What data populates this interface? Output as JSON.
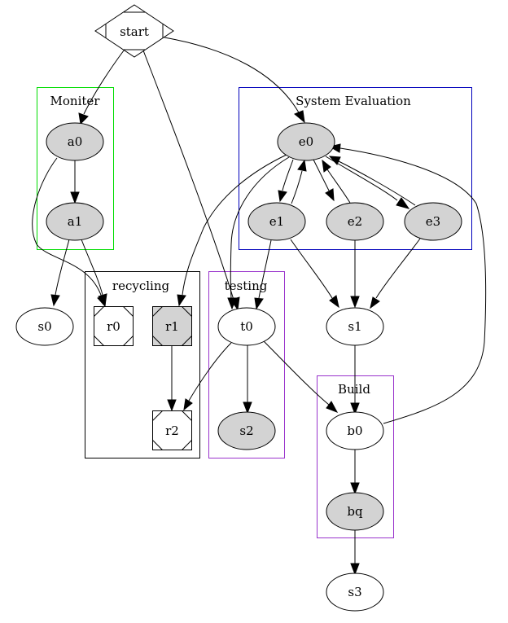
{
  "graph": {
    "clusters": [
      {
        "id": "monitor",
        "label": "Moniter",
        "color": "#00dd00"
      },
      {
        "id": "system-evaluation",
        "label": "System Evaluation",
        "color": "#0000bb"
      },
      {
        "id": "recycling",
        "label": "recycling",
        "color": "#000000"
      },
      {
        "id": "testing",
        "label": "testing",
        "color": "#9933cc"
      },
      {
        "id": "build",
        "label": "Build",
        "color": "#9933cc"
      }
    ],
    "nodes": [
      {
        "id": "start",
        "label": "start",
        "shape": "Mdiamond",
        "fill": "#ffffff"
      },
      {
        "id": "a0",
        "label": "a0",
        "shape": "ellipse",
        "fill": "#d3d3d3",
        "cluster": "monitor"
      },
      {
        "id": "a1",
        "label": "a1",
        "shape": "ellipse",
        "fill": "#d3d3d3",
        "cluster": "monitor"
      },
      {
        "id": "e0",
        "label": "e0",
        "shape": "ellipse",
        "fill": "#d3d3d3",
        "cluster": "system-evaluation"
      },
      {
        "id": "e1",
        "label": "e1",
        "shape": "ellipse",
        "fill": "#d3d3d3",
        "cluster": "system-evaluation"
      },
      {
        "id": "e2",
        "label": "e2",
        "shape": "ellipse",
        "fill": "#d3d3d3",
        "cluster": "system-evaluation"
      },
      {
        "id": "e3",
        "label": "e3",
        "shape": "ellipse",
        "fill": "#d3d3d3",
        "cluster": "system-evaluation"
      },
      {
        "id": "r0",
        "label": "r0",
        "shape": "Msquare",
        "fill": "#ffffff",
        "cluster": "recycling"
      },
      {
        "id": "r1",
        "label": "r1",
        "shape": "Msquare",
        "fill": "#d3d3d3",
        "cluster": "recycling"
      },
      {
        "id": "r2",
        "label": "r2",
        "shape": "Msquare",
        "fill": "#ffffff",
        "cluster": "recycling"
      },
      {
        "id": "t0",
        "label": "t0",
        "shape": "ellipse",
        "fill": "#ffffff",
        "cluster": "testing"
      },
      {
        "id": "s2",
        "label": "s2",
        "shape": "ellipse",
        "fill": "#d3d3d3",
        "cluster": "testing"
      },
      {
        "id": "b0",
        "label": "b0",
        "shape": "ellipse",
        "fill": "#ffffff",
        "cluster": "build"
      },
      {
        "id": "bq",
        "label": "bq",
        "shape": "ellipse",
        "fill": "#d3d3d3",
        "cluster": "build"
      },
      {
        "id": "s0",
        "label": "s0",
        "shape": "ellipse",
        "fill": "#ffffff"
      },
      {
        "id": "s1",
        "label": "s1",
        "shape": "ellipse",
        "fill": "#ffffff"
      },
      {
        "id": "s3",
        "label": "s3",
        "shape": "ellipse",
        "fill": "#ffffff"
      }
    ],
    "edges": [
      {
        "from": "start",
        "to": "a0"
      },
      {
        "from": "start",
        "to": "e0"
      },
      {
        "from": "start",
        "to": "t0"
      },
      {
        "from": "a0",
        "to": "a1"
      },
      {
        "from": "a0",
        "to": "r0"
      },
      {
        "from": "a1",
        "to": "s0"
      },
      {
        "from": "a1",
        "to": "r0"
      },
      {
        "from": "e0",
        "to": "e1"
      },
      {
        "from": "e1",
        "to": "e0"
      },
      {
        "from": "e0",
        "to": "e2"
      },
      {
        "from": "e2",
        "to": "e0"
      },
      {
        "from": "e0",
        "to": "e3"
      },
      {
        "from": "e3",
        "to": "e0"
      },
      {
        "from": "e0",
        "to": "r1"
      },
      {
        "from": "e0",
        "to": "t0"
      },
      {
        "from": "e1",
        "to": "t0"
      },
      {
        "from": "e1",
        "to": "s1"
      },
      {
        "from": "e2",
        "to": "s1"
      },
      {
        "from": "e3",
        "to": "s1"
      },
      {
        "from": "r1",
        "to": "r2"
      },
      {
        "from": "t0",
        "to": "r2"
      },
      {
        "from": "t0",
        "to": "s2"
      },
      {
        "from": "t0",
        "to": "b0"
      },
      {
        "from": "s1",
        "to": "b0"
      },
      {
        "from": "b0",
        "to": "bq"
      },
      {
        "from": "b0",
        "to": "e0"
      },
      {
        "from": "bq",
        "to": "s3"
      }
    ]
  }
}
